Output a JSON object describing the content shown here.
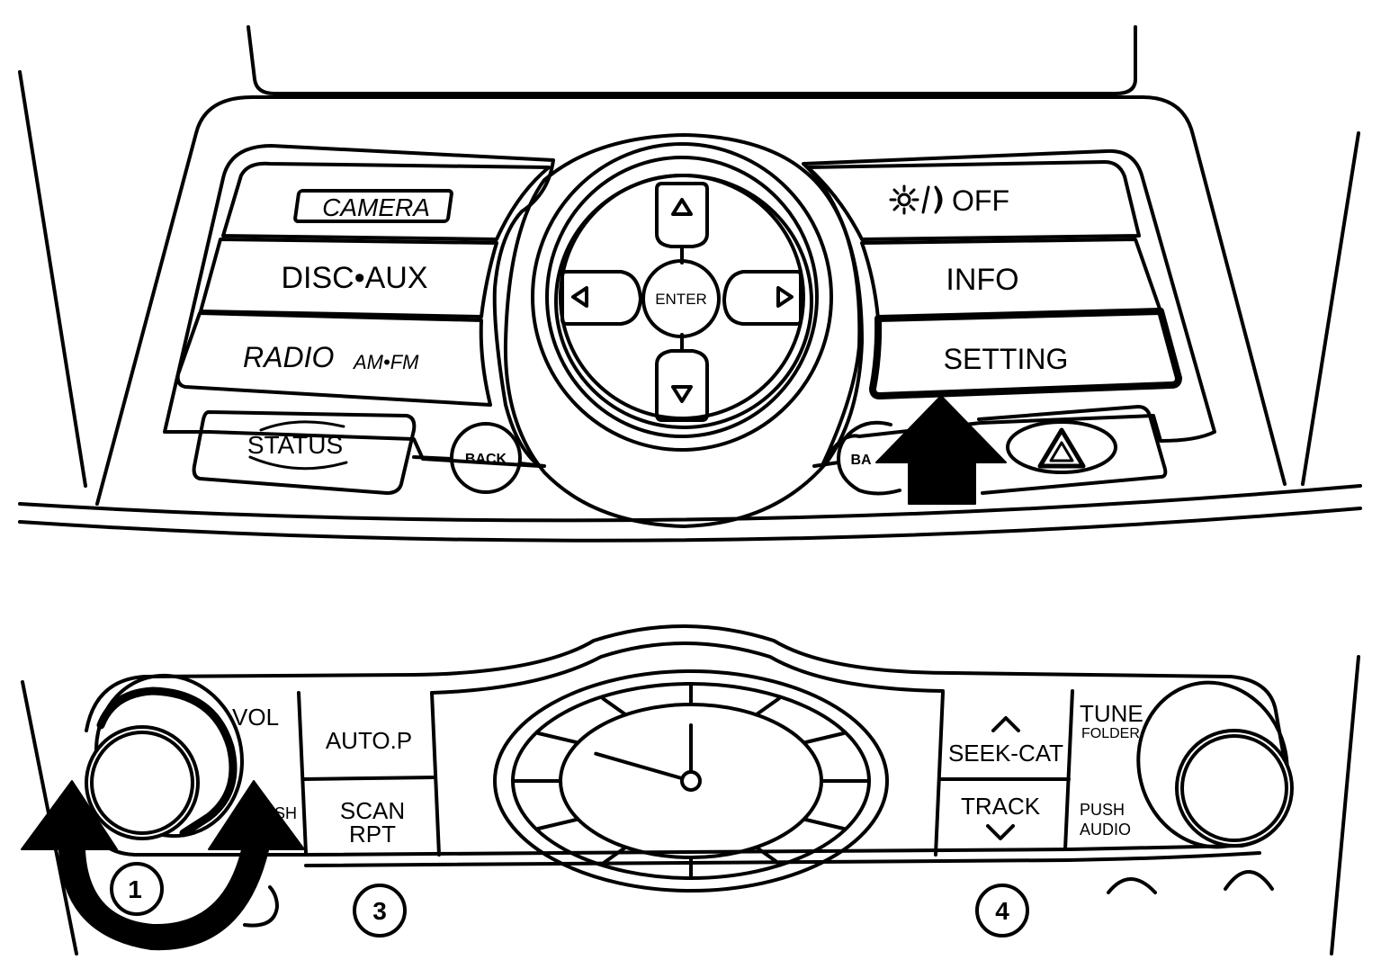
{
  "upper_panel": {
    "camera": "CAMERA",
    "disc_aux": "DISC•AUX",
    "radio": "RADIO",
    "radio_sub": "AM•FM",
    "status": "STATUS",
    "back_left": "BACK",
    "back_right": "BA",
    "enter": "ENTER",
    "display_off": "OFF",
    "info": "INFO",
    "setting": "SETTING"
  },
  "lower_panel": {
    "vol": "VOL",
    "push_partial": "SH",
    "auto_p": "AUTO.P",
    "scan": "SCAN",
    "rpt": "RPT",
    "seek_cat": "SEEK-CAT",
    "track": "TRACK",
    "tune": "TUNE",
    "folder": "FOLDER",
    "push": "PUSH",
    "audio": "AUDIO"
  },
  "callouts": {
    "one": "1",
    "three": "3",
    "four": "4"
  },
  "clock": {
    "hour_hand_angle_deg": -74,
    "minute_hand_angle_deg": 0
  },
  "icons": {
    "display_brightness": "sun-moon-icon",
    "hazard": "hazard-triangle-icon",
    "indicator_arrow": "up-arrow-icon",
    "rotate_arrow": "rotate-arrow-icon"
  },
  "highlight": {
    "button": "SETTING"
  }
}
